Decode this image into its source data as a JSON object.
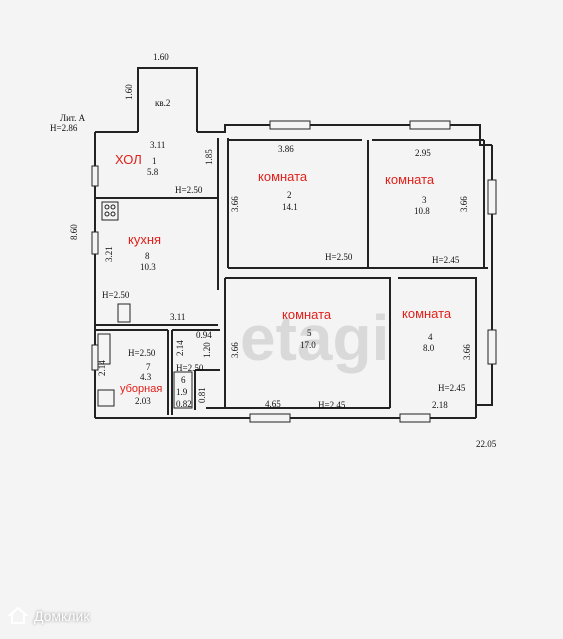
{
  "header": {
    "lit": "Лит. А",
    "height": "H=2.86"
  },
  "dims": {
    "vestibule_w": "1.60",
    "vestibule_h": "1.60",
    "kv": "кв.2",
    "overall_h": "8.60",
    "overall_w": "22.05",
    "hall_w": "3.11",
    "hall_h": "1.85",
    "r2_w": "3.86",
    "r2_h": "3.66",
    "r3_w": "2.95",
    "r3_h": "3.66",
    "kitchen_h": "3.21",
    "kitchen_w": "3.11",
    "r5_h": "3.66",
    "r5_w": "4.65",
    "r4_h": "3.66",
    "r4_w": "2.18",
    "wc_h": "2.14",
    "wc_w": "2.03",
    "bath_w": "0.94",
    "bath_h1": "2.14",
    "bath_h2": "1.20",
    "small_w": "0.82",
    "small_h": "0.81"
  },
  "rooms": {
    "hall": {
      "label": "ХОЛ",
      "num": "1",
      "area": "5.8",
      "h": "H=2.50"
    },
    "r2": {
      "label": "комната",
      "num": "2",
      "area": "14.1",
      "h": "H=2.50"
    },
    "r3": {
      "label": "комната",
      "num": "3",
      "area": "10.8",
      "h": "H=2.45"
    },
    "kitchen": {
      "label": "кухня",
      "num": "8",
      "area": "10.3",
      "h": "H=2.50"
    },
    "r5": {
      "label": "комната",
      "num": "5",
      "area": "17.0",
      "h": "H=2.45"
    },
    "r4": {
      "label": "комната",
      "num": "4",
      "area": "8.0",
      "h": "H=2.45"
    },
    "wc": {
      "label": "уборная",
      "num": "7",
      "area": "4.3",
      "h": "H=2.50"
    },
    "r6": {
      "num": "6",
      "area": "1.9",
      "h": "H=2.50"
    }
  },
  "watermark": "etagi",
  "logo": {
    "text": "Домклик"
  },
  "colors": {
    "label": "#e0201a",
    "wall": "#222222",
    "background": "#f4f4f4"
  }
}
